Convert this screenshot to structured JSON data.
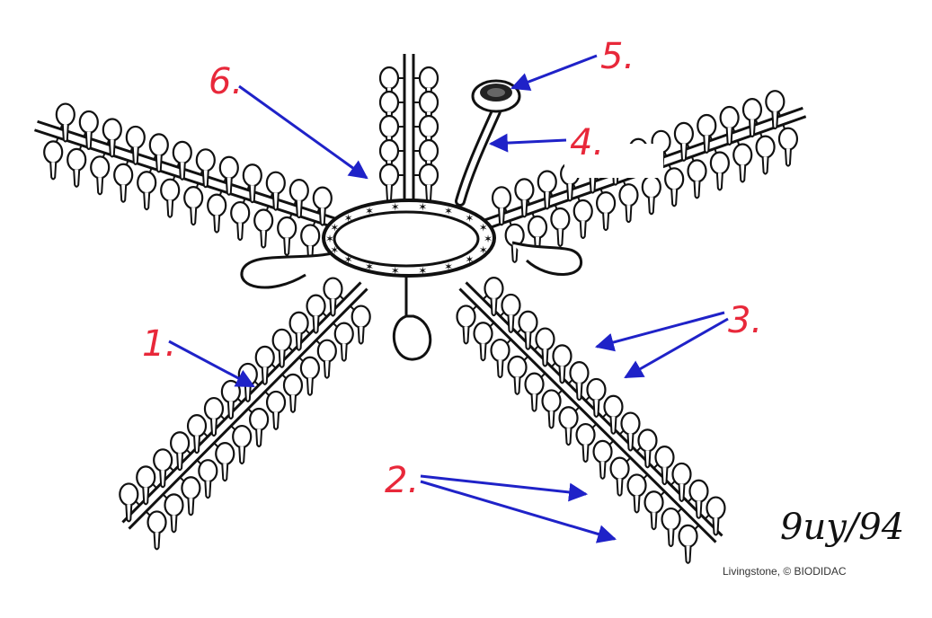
{
  "labels": [
    {
      "id": "1",
      "text": "1."
    },
    {
      "id": "2",
      "text": "2."
    },
    {
      "id": "3",
      "text": "3."
    },
    {
      "id": "4",
      "text": "4."
    },
    {
      "id": "5",
      "text": "5."
    },
    {
      "id": "6",
      "text": "6."
    }
  ],
  "signature": "9uy/94",
  "credit": "Livingstone, © BIODIDAC",
  "colors": {
    "label": "#e8283a",
    "arrow": "#1f22c8",
    "ink": "#111111"
  }
}
